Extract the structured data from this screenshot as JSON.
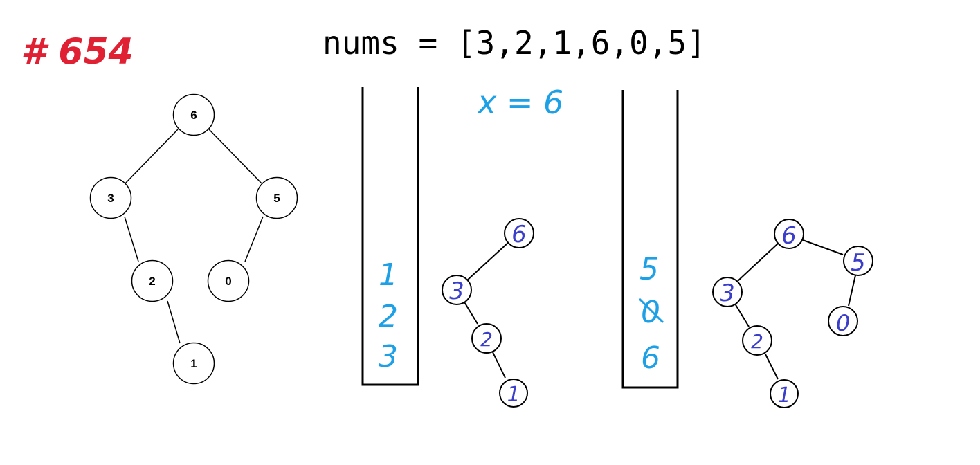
{
  "colors": {
    "problem_tag": "#e02033",
    "annotation": "#1ea0e6",
    "drawn_node": "#3b3ec8",
    "ink": "#000000"
  },
  "problem_tag": "# 654",
  "nums_label": "nums = [3,2,1,6,0,5]",
  "x_label": "x = 6",
  "trees": {
    "printed": {
      "nodes": [
        "6",
        "3",
        "5",
        "2",
        "0",
        "1"
      ]
    },
    "hand_small": {
      "nodes": [
        "6",
        "3",
        "2",
        "1"
      ]
    },
    "hand_full": {
      "nodes": [
        "6",
        "5",
        "3",
        "0",
        "2",
        "1"
      ]
    }
  },
  "stacks": {
    "first": [
      "1",
      "2",
      "3"
    ],
    "second": [
      "5",
      "0",
      "6"
    ]
  },
  "crossed_out": "0"
}
